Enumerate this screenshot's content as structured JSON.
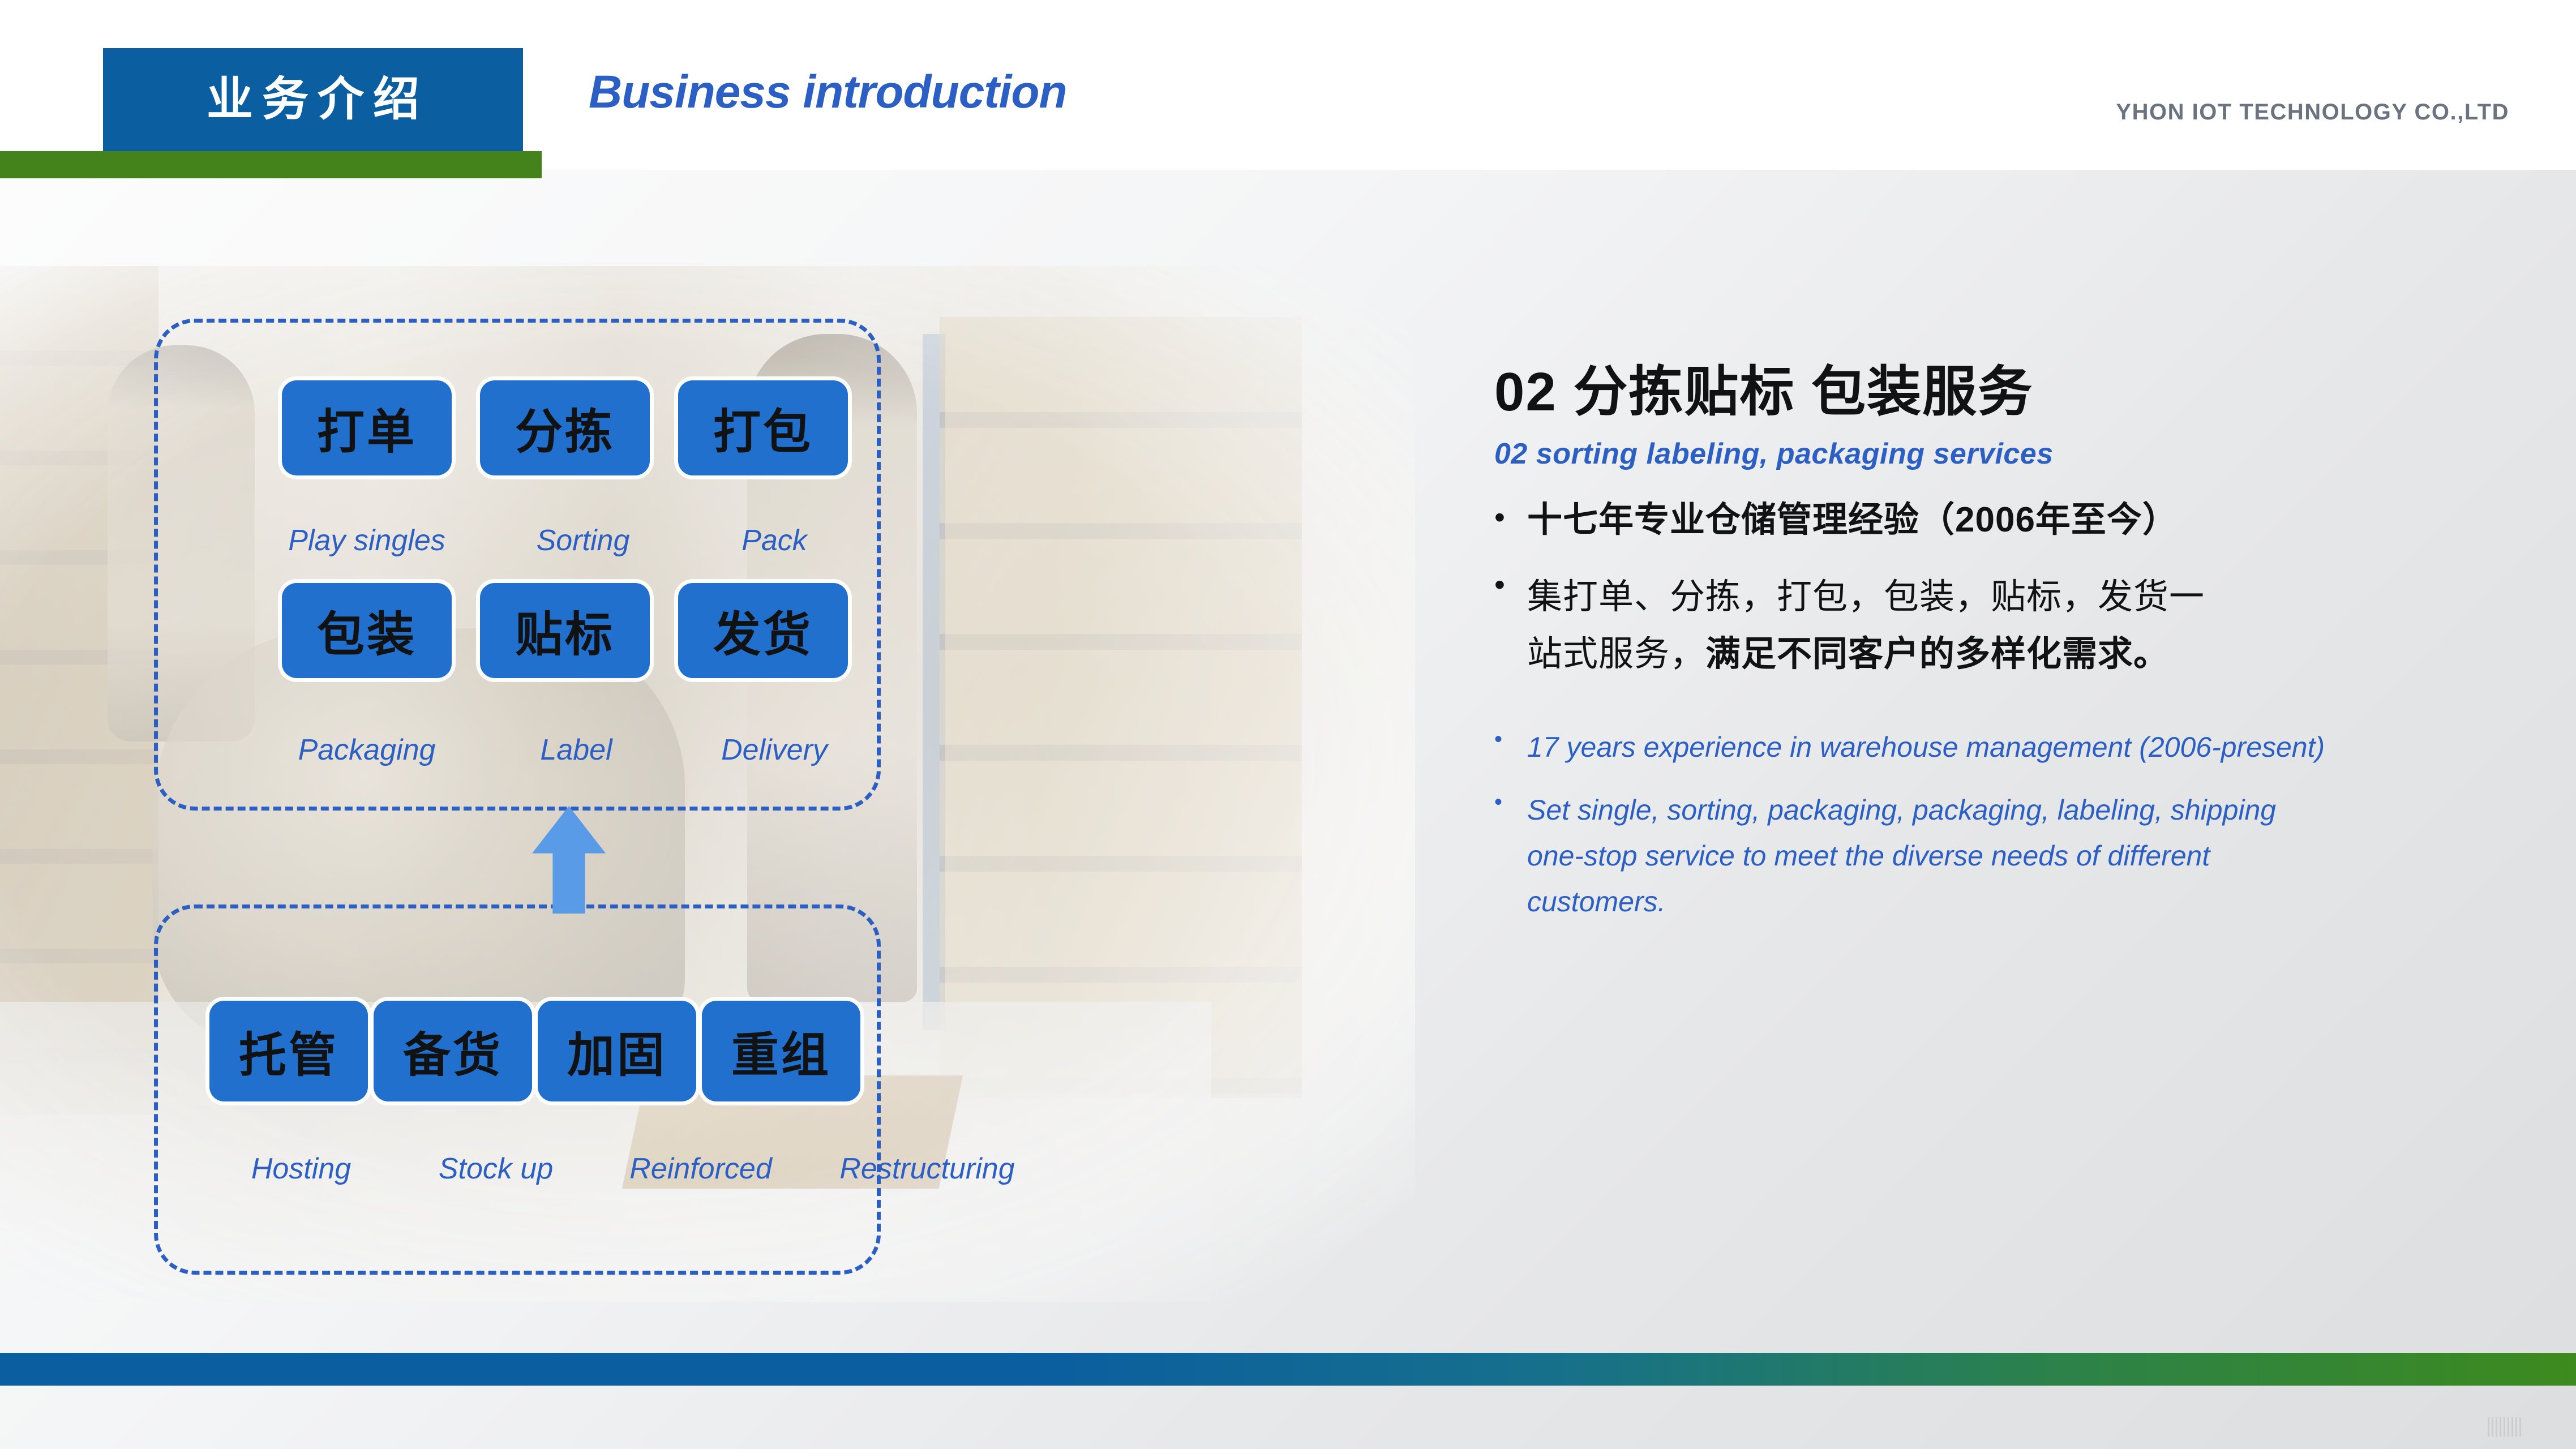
{
  "header": {
    "badge_cn": "业务介绍",
    "badge_en": "Business introduction",
    "company": "YHON IOT TECHNOLOGY CO.,LTD"
  },
  "diagram": {
    "top_group": {
      "row1": [
        {
          "cn": "打单",
          "en": "Play singles"
        },
        {
          "cn": "分拣",
          "en": "Sorting"
        },
        {
          "cn": "打包",
          "en": "Pack"
        }
      ],
      "row2": [
        {
          "cn": "包装",
          "en": "Packaging"
        },
        {
          "cn": "贴标",
          "en": "Label"
        },
        {
          "cn": "发货",
          "en": "Delivery"
        }
      ]
    },
    "bottom_group": {
      "row1": [
        {
          "cn": "托管",
          "en": "Hosting"
        },
        {
          "cn": "备货",
          "en": "Stock up"
        },
        {
          "cn": "加固",
          "en": "Reinforced"
        },
        {
          "cn": "重组",
          "en": "Restructuring"
        }
      ]
    },
    "arrow_direction": "up"
  },
  "content": {
    "title": "02 分拣贴标 包装服务",
    "subtitle": "02 sorting labeling, packaging services",
    "bullet_marker": "•",
    "bullets_cn": [
      "十七年专业仓储管理经验（2006年至今）"
    ],
    "bullet2_line1": "集打单、分拣，打包，包装，贴标，发货一",
    "bullet2_line2_normal": "站式服务，",
    "bullet2_line2_bold": "满足不同客户的多样化需求。",
    "bullets_en": [
      "17 years experience in warehouse management (2006-present)",
      "Set single, sorting, packaging, packaging, labeling, shipping one-stop service to meet the diverse needs of different customers."
    ]
  },
  "colors": {
    "header_blue": "#0B5EA0",
    "header_green": "#44821C",
    "accent_blue": "#2B5FC4",
    "tile_blue": "#2270CE",
    "arrow_blue": "#5A9BE8"
  }
}
